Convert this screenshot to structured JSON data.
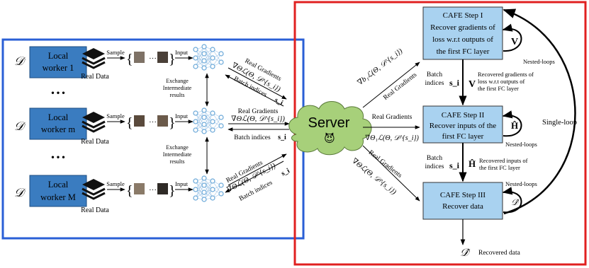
{
  "left_panel": {
    "dataset_symbol": "𝒟",
    "worker_lines": [
      [
        "Local",
        "worker 1"
      ],
      [
        "Local",
        "worker m"
      ],
      [
        "Local",
        "worker M"
      ]
    ],
    "sample_label": "Sample",
    "input_label": "Input",
    "real_data_label": "Real Data",
    "set_ellipsis": "···",
    "vdots": "• • •",
    "exchange_lines": [
      "Exchange",
      "Intermediate",
      "results"
    ],
    "real_gradients": "Real Gradients",
    "grad_expr": "∇Θℒ(Θ, 𝒟^{s_i})",
    "batch_indices": "Batch indices",
    "batch_symbol": "s_i"
  },
  "server": {
    "label": "Server",
    "emoji": "😈",
    "grad_to_step1": "∇b₁ℒ(Θ, 𝒟^{s_i})",
    "grad_to_step2": "∇Θ₁ℒ(Θ, 𝒟^{s_i})",
    "grad_to_step3": "∇Θℒ(Θ, 𝒟^{s_i})",
    "real_gradients": "Real Gradients"
  },
  "right_panel": {
    "step1": [
      "CAFE Step I",
      "Recover gradients of",
      "loss w.r.t outputs of",
      "the first FC layer"
    ],
    "step2": [
      "CAFE Step II",
      "Recover inputs of the",
      "first FC layer"
    ],
    "step3": [
      "CAFE Step III",
      "Recover data"
    ],
    "V_symbol": "V",
    "H_symbol": "Ĥ",
    "D_hat_symbol": "𝒟̂",
    "nested_loops": "Nested-loops",
    "single_loop": "Single-loop",
    "batch_indices_lines": [
      "Batch",
      "indices"
    ],
    "batch_symbol": "s_i",
    "recovered_V_lines": [
      "Recovered gradients of",
      "loss w.r.t outputs of",
      "the first FC layer"
    ],
    "recovered_H_lines": [
      "Recovered inputs of",
      "the first FC layer"
    ],
    "recovered_data": "Recovered data"
  },
  "colors": {
    "left_border": "#2a5fd6",
    "right_border": "#e02020",
    "worker_box": "#3a7cc0",
    "step_box": "#a9d2f0",
    "cloud": "#a7d07a",
    "network": "#6aa8d8"
  }
}
